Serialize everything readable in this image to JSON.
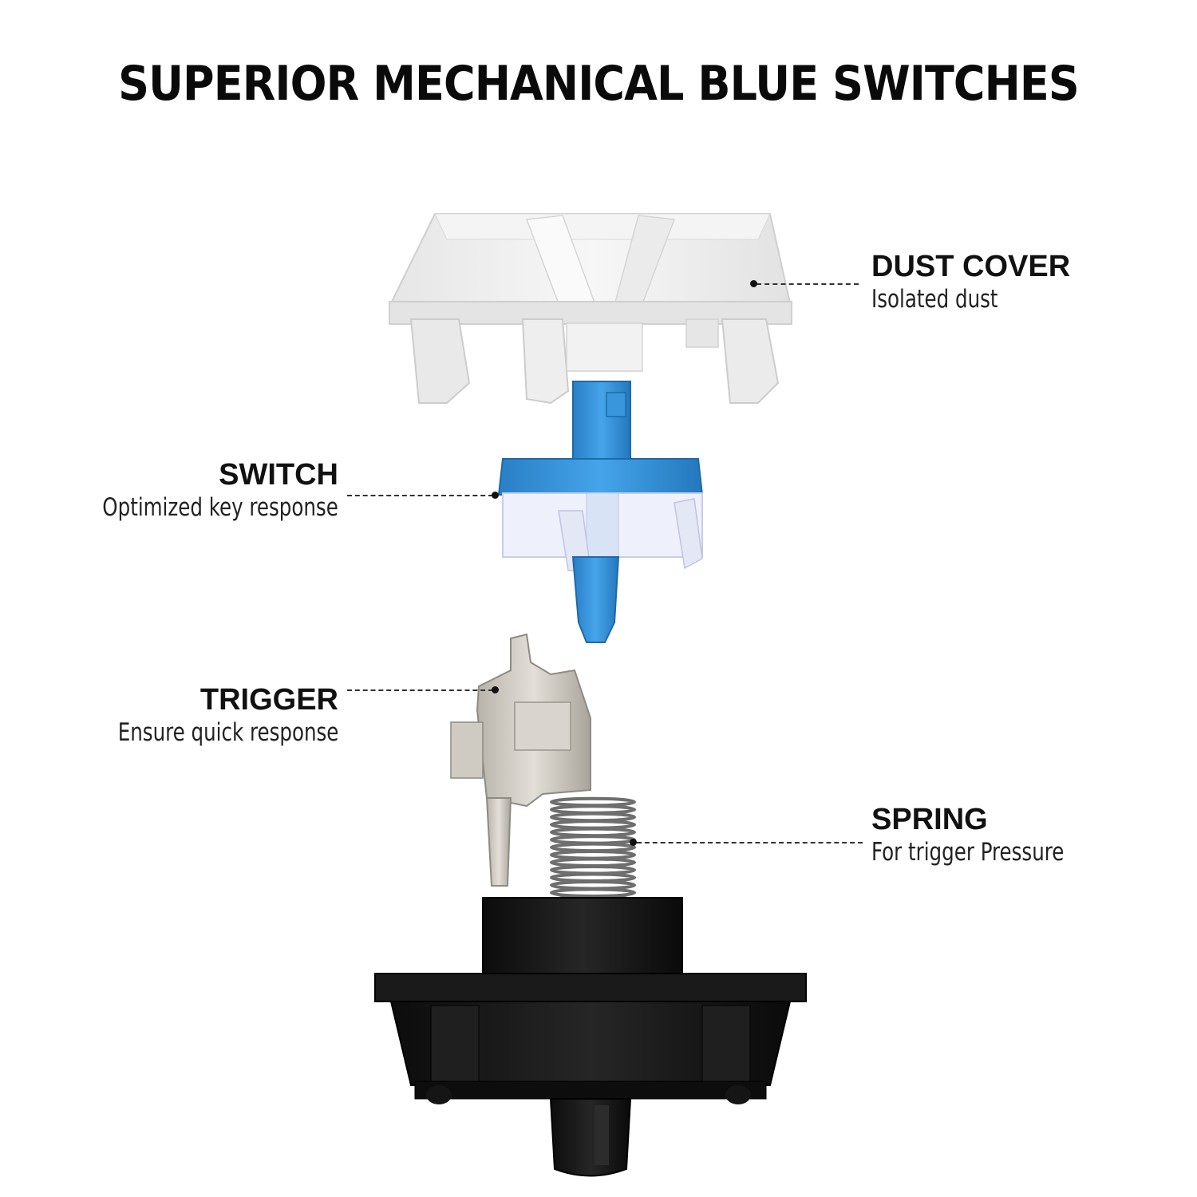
{
  "title": "SUPERIOR MECHANICAL BLUE SWITCHES",
  "colors": {
    "background": "#ffffff",
    "cover": "#eeeeee",
    "stem_blue": "#2f8fd8",
    "housing_clear": "#eef0fb",
    "metal": "#c9c5bd",
    "base": "#111111"
  },
  "parts": [
    {
      "id": "dust_cover",
      "label": "DUST COVER",
      "desc": "Isolated dust"
    },
    {
      "id": "switch",
      "label": "SWITCH",
      "desc": "Optimized key response"
    },
    {
      "id": "trigger",
      "label": "TRIGGER",
      "desc": "Ensure quick response"
    },
    {
      "id": "spring",
      "label": "SPRING",
      "desc": "For trigger Pressure"
    }
  ]
}
